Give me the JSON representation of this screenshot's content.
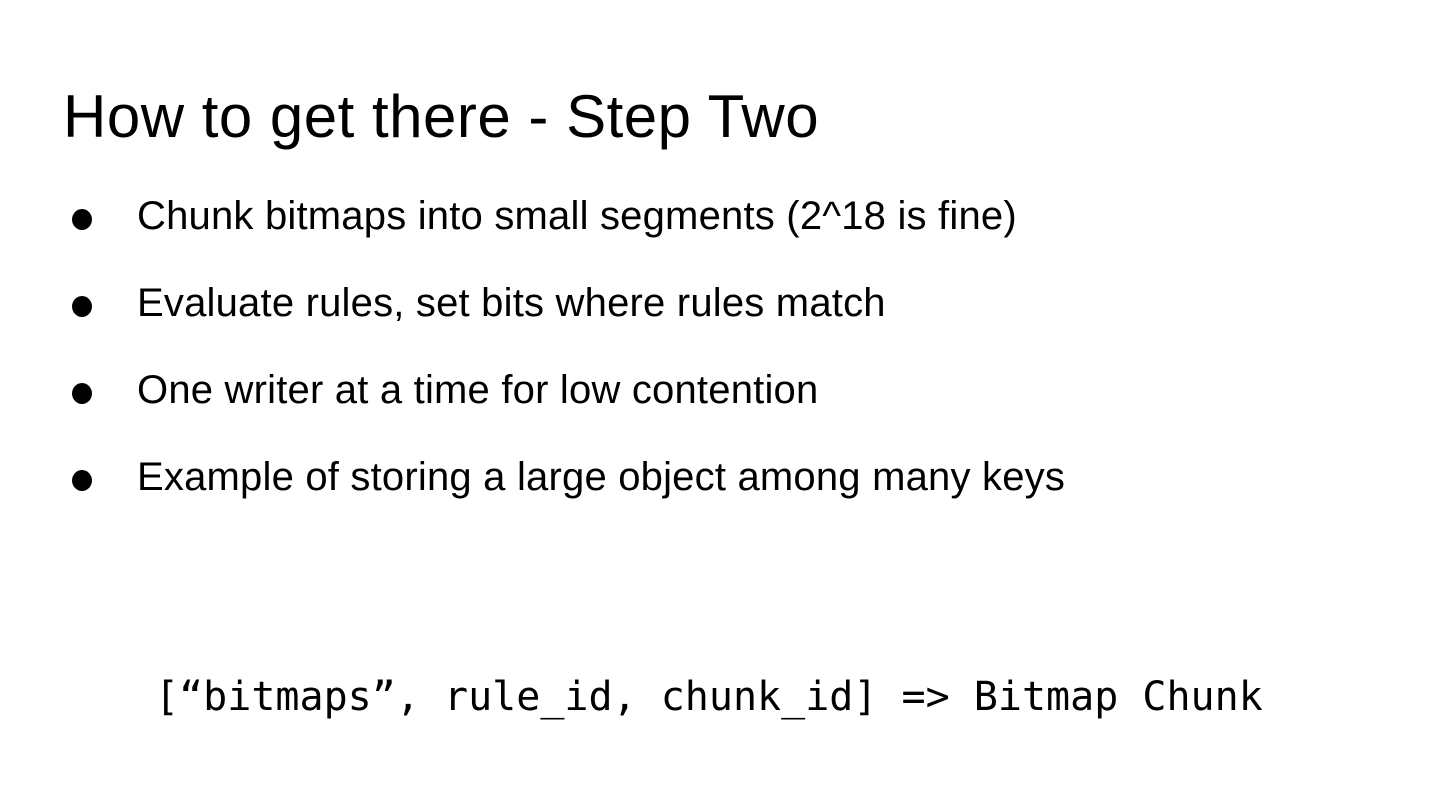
{
  "slide": {
    "title": "How to get there - Step Two",
    "bullets": [
      "Chunk bitmaps into small segments (2^18 is fine)",
      "Evaluate rules, set bits where rules match",
      "One writer at a time for low contention",
      "Example of storing a large object among many keys"
    ],
    "code_line": "[“bitmaps”, rule_id, chunk_id] => Bitmap Chunk",
    "colors": {
      "background": "#ffffff",
      "text": "#000000"
    }
  }
}
